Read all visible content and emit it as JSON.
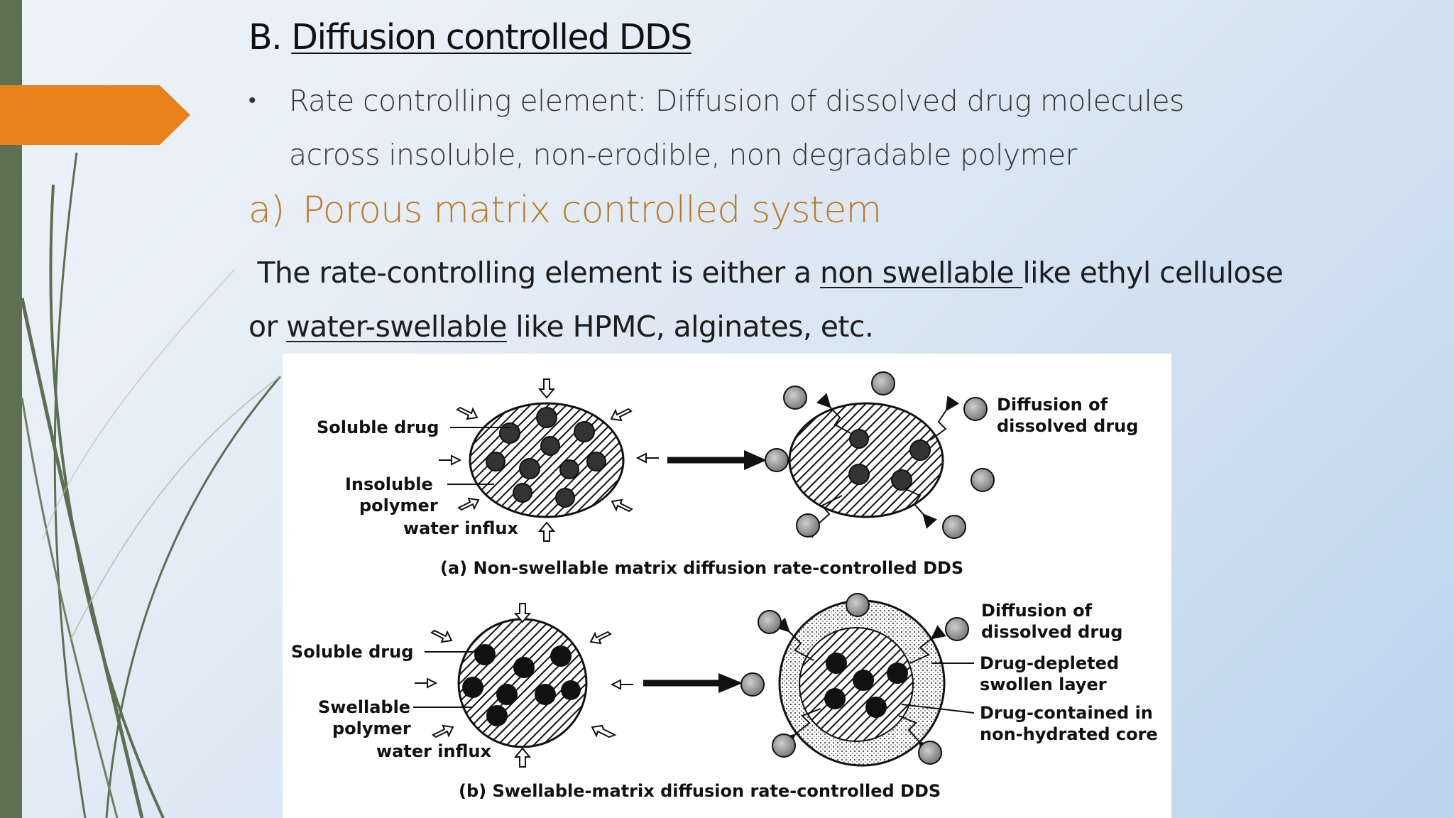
{
  "slide": {
    "title_prefix": "B. ",
    "title_main": "Diffusion controlled DDS",
    "bullet_symbol": "•",
    "bullet_text": "Rate controlling element: Diffusion of dissolved drug molecules across insoluble, non-erodible, non degradable polymer",
    "subheading_number": "a)",
    "subheading_text": "Porous matrix controlled system",
    "para_1": "The rate-controlling element is either a ",
    "para_u1": "non swellable ",
    "para_2": "like ethyl cellulose or ",
    "para_u2": "water-swellable",
    "para_3": " like HPMC, alginates, etc."
  },
  "figure": {
    "panel_a": {
      "label_soluble": "Soluble drug",
      "label_insoluble_1": "Insoluble",
      "label_insoluble_2": "polymer",
      "label_water": "water influx",
      "label_diffusion_1": "Diffusion of",
      "label_diffusion_2": "dissolved drug",
      "caption": "(a) Non-swellable matrix diffusion rate-controlled DDS"
    },
    "panel_b": {
      "label_soluble": "Soluble drug",
      "label_swellable_1": "Swellable",
      "label_swellable_2": "polymer",
      "label_water": "water influx",
      "label_diffusion_1": "Diffusion of",
      "label_diffusion_2": "dissolved drug",
      "label_depleted_1": "Drug-depleted",
      "label_depleted_2": "swollen layer",
      "label_core_1": "Drug-contained in",
      "label_core_2": "non-hydrated core",
      "caption": "(b) Swellable-matrix diffusion rate-controlled DDS"
    }
  },
  "colors": {
    "accent_orange": "#e8821a",
    "subheading": "#bf7a25",
    "left_bar": "#5e7052"
  }
}
